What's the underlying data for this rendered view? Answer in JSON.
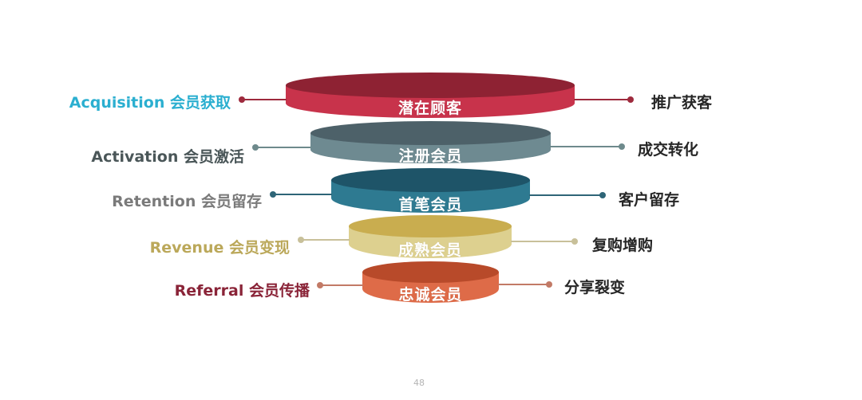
{
  "funnel": {
    "stages": [
      {
        "label": "潜在顾客",
        "left_en": "Acquisition",
        "left_zh": "会员获取",
        "right": "推广获客",
        "color_top": "#8e2233",
        "color_side": "#c8334b",
        "left_text_color": "#2bafd0",
        "dot_color": "#9e2a3d"
      },
      {
        "label": "注册会员",
        "left_en": "Activation",
        "left_zh": "会员激活",
        "right": "成交转化",
        "color_top": "#4d6169",
        "color_side": "#6e8a91",
        "left_text_color": "#4a5658",
        "dot_color": "#6e8a8c"
      },
      {
        "label": "首笔会员",
        "left_en": "Retention",
        "left_zh": "会员留存",
        "right": "客户留存",
        "color_top": "#1e5468",
        "color_side": "#2e7a91",
        "left_text_color": "#7a7a7a",
        "dot_color": "#2e6577"
      },
      {
        "label": "成熟会员",
        "left_en": "Revenue",
        "left_zh": "会员变现",
        "right": "复购增购",
        "color_top": "#c9ad4f",
        "color_side": "#ddd08f",
        "left_text_color": "#bba85a",
        "dot_color": "#c8c09a"
      },
      {
        "label": "忠诚会员",
        "left_en": "Referral",
        "left_zh": "会员传播",
        "right": "分享裂变",
        "color_top": "#b84a2a",
        "color_side": "#de6b48",
        "left_text_color": "#8a2438",
        "dot_color": "#c27a66"
      }
    ]
  },
  "footer": {
    "page_number": "48"
  }
}
